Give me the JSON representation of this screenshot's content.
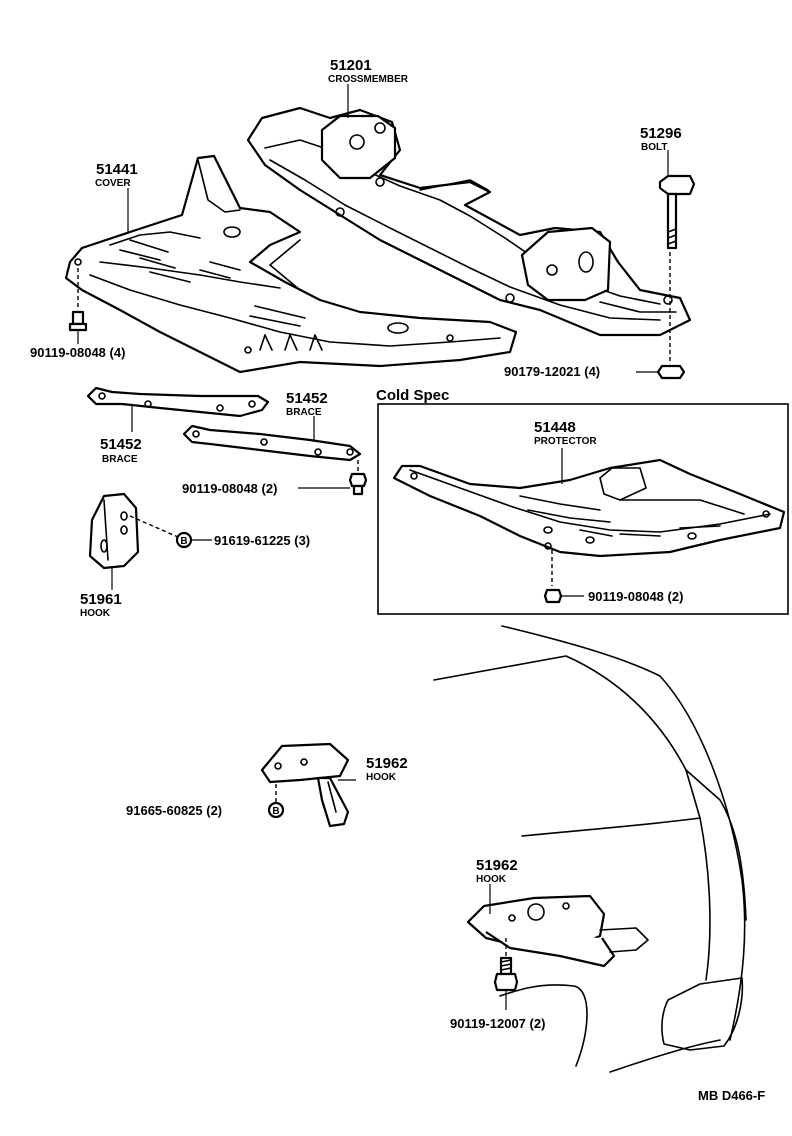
{
  "parts": {
    "crossmember": {
      "number": "51201",
      "name": "CROSSMEMBER"
    },
    "bolt": {
      "number": "51296",
      "name": "BOLT"
    },
    "cover": {
      "number": "51441",
      "name": "COVER"
    },
    "brace_left": {
      "number": "51452",
      "name": "BRACE"
    },
    "brace_right": {
      "number": "51452",
      "name": "BRACE"
    },
    "protector": {
      "number": "51448",
      "name": "PROTECTOR"
    },
    "hook_front": {
      "number": "51961",
      "name": "HOOK"
    },
    "hook_rear_1": {
      "number": "51962",
      "name": "HOOK"
    },
    "hook_rear_2": {
      "number": "51962",
      "name": "HOOK"
    }
  },
  "fasteners": {
    "bolt_cover": "90119-08048 (4)",
    "nut_crossmember": "90179-12021 (4)",
    "bolt_brace": "90119-08048 (2)",
    "bolt_hook_front": "91619-61225 (3)",
    "bolt_protector": "90119-08048 (2)",
    "bolt_hook_rear_1": "91665-60825 (2)",
    "bolt_hook_rear_2": "90119-12007 (2)"
  },
  "badge_letter": "B",
  "section": {
    "cold_spec": "Cold Spec"
  },
  "diagram_code": "MB D466-F"
}
